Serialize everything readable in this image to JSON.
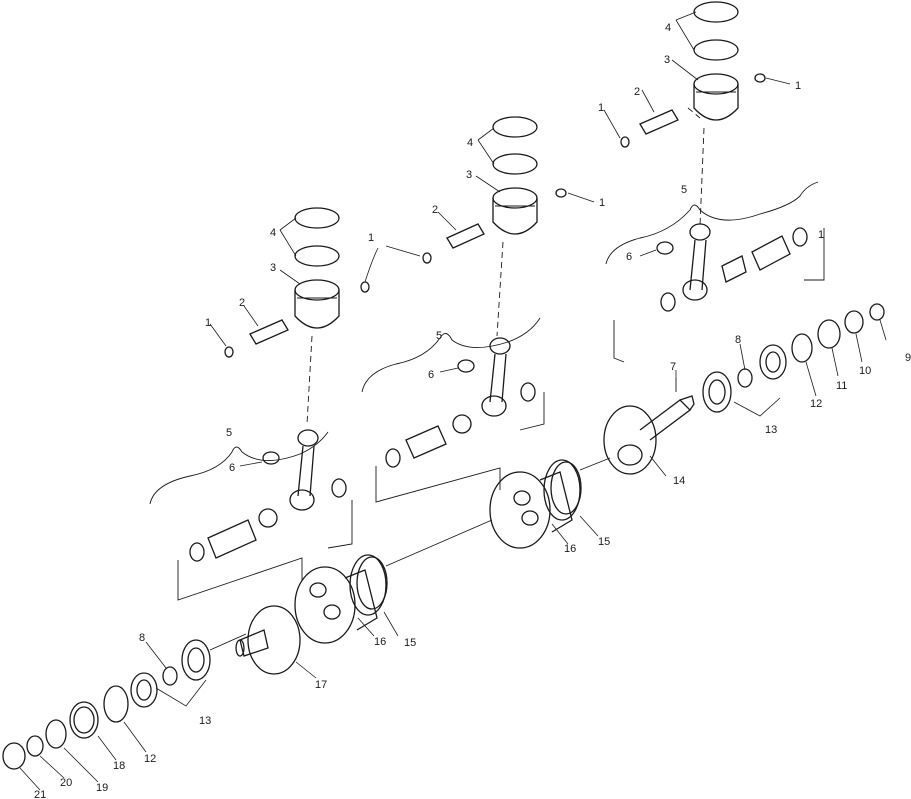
{
  "callouts": [
    {
      "id": "c-1-top",
      "text": "1"
    },
    {
      "id": "c-1-top-left",
      "text": "1"
    },
    {
      "id": "c-2-top",
      "text": "2"
    },
    {
      "id": "c-3-top",
      "text": "3"
    },
    {
      "id": "c-4-top",
      "text": "4"
    },
    {
      "id": "c-5-right",
      "text": "5"
    },
    {
      "id": "c-6-right",
      "text": "6"
    },
    {
      "id": "c-1-mid",
      "text": "1"
    },
    {
      "id": "c-1-mid-left",
      "text": "1"
    },
    {
      "id": "c-2-mid",
      "text": "2"
    },
    {
      "id": "c-3-mid",
      "text": "3"
    },
    {
      "id": "c-4-mid",
      "text": "4"
    },
    {
      "id": "c-5-mid",
      "text": "5"
    },
    {
      "id": "c-6-mid",
      "text": "6"
    },
    {
      "id": "c-1-left",
      "text": "1"
    },
    {
      "id": "c-1-left-pin",
      "text": "1"
    },
    {
      "id": "c-2-left",
      "text": "2"
    },
    {
      "id": "c-3-left",
      "text": "3"
    },
    {
      "id": "c-4-left",
      "text": "4"
    },
    {
      "id": "c-5-left",
      "text": "5"
    },
    {
      "id": "c-6-left",
      "text": "6"
    },
    {
      "id": "c-7",
      "text": "7"
    },
    {
      "id": "c-8-right",
      "text": "8"
    },
    {
      "id": "c-9",
      "text": "9"
    },
    {
      "id": "c-10",
      "text": "10"
    },
    {
      "id": "c-11",
      "text": "11"
    },
    {
      "id": "c-12-right",
      "text": "12"
    },
    {
      "id": "c-13-right",
      "text": "13"
    },
    {
      "id": "c-14",
      "text": "14"
    },
    {
      "id": "c-15-right",
      "text": "15"
    },
    {
      "id": "c-16-right",
      "text": "16"
    },
    {
      "id": "c-15-left",
      "text": "15"
    },
    {
      "id": "c-16-left",
      "text": "16"
    },
    {
      "id": "c-17",
      "text": "17"
    },
    {
      "id": "c-8-left",
      "text": "8"
    },
    {
      "id": "c-13-left",
      "text": "13"
    },
    {
      "id": "c-12-left",
      "text": "12"
    },
    {
      "id": "c-18",
      "text": "18"
    },
    {
      "id": "c-19",
      "text": "19"
    },
    {
      "id": "c-20",
      "text": "20"
    },
    {
      "id": "c-21",
      "text": "21"
    }
  ]
}
